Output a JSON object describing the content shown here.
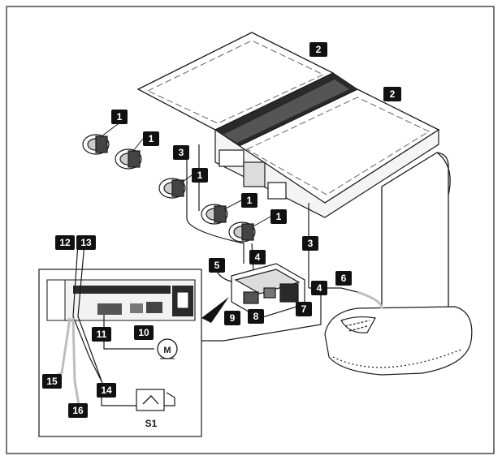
{
  "colors": {
    "line": "#1a1a1a",
    "callout_bg": "#111111",
    "callout_text": "#ffffff",
    "panel_fill": "#f2f2f2",
    "glass_dash": "#7a7a7a",
    "wire_gray": "#bdbdbd"
  },
  "callouts": [
    {
      "id": "c2a",
      "label": "2"
    },
    {
      "id": "c2b",
      "label": "2"
    },
    {
      "id": "c1a",
      "label": "1"
    },
    {
      "id": "c1b",
      "label": "1"
    },
    {
      "id": "c1c",
      "label": "1"
    },
    {
      "id": "c1d",
      "label": "1"
    },
    {
      "id": "c1e",
      "label": "1"
    },
    {
      "id": "c3a",
      "label": "3"
    },
    {
      "id": "c3b",
      "label": "3"
    },
    {
      "id": "c4a",
      "label": "4"
    },
    {
      "id": "c4b",
      "label": "4"
    },
    {
      "id": "c5",
      "label": "5"
    },
    {
      "id": "c6",
      "label": "6"
    },
    {
      "id": "c7",
      "label": "7"
    },
    {
      "id": "c8",
      "label": "8"
    },
    {
      "id": "c9",
      "label": "9"
    },
    {
      "id": "c10",
      "label": "10"
    },
    {
      "id": "c11",
      "label": "11"
    },
    {
      "id": "c12",
      "label": "12"
    },
    {
      "id": "c13",
      "label": "13"
    },
    {
      "id": "c14",
      "label": "14"
    },
    {
      "id": "c15",
      "label": "15"
    },
    {
      "id": "c16",
      "label": "16"
    }
  ],
  "symbols": {
    "motor_label": "M",
    "switch_label": "S1"
  }
}
